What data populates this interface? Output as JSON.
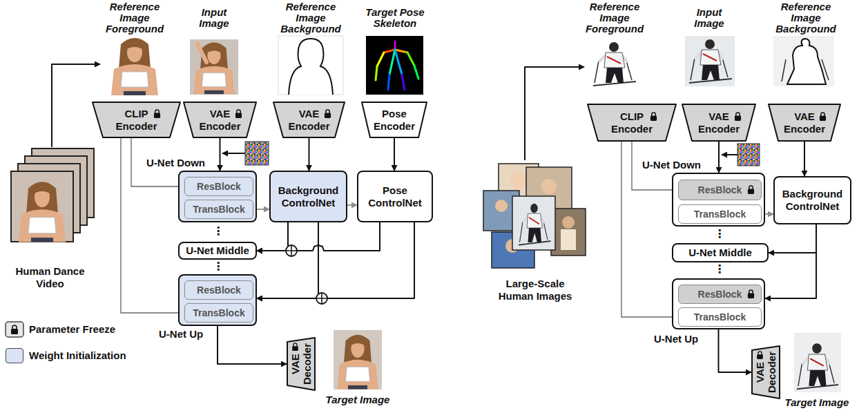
{
  "diagram": {
    "nodes": [
      {
        "text": [
          "Reference Image Foreground"
        ]
      },
      {
        "text": [
          "Input Image"
        ]
      },
      {
        "text": [
          "Reference Image Background"
        ]
      },
      {
        "text": [
          "Target Pose Skeleton"
        ]
      },
      {
        "text": [
          "CLIP Encoder"
        ]
      },
      {
        "text": [
          "VAE Encoder"
        ]
      },
      {
        "text": [
          "VAE Encoder"
        ]
      },
      {
        "text": [
          "Pose Encoder"
        ]
      },
      {
        "text": [
          "Human Dance Video"
        ]
      },
      {
        "text": [
          "U-Net Down"
        ]
      },
      {
        "text": [
          "ResBlock"
        ],
        "in": 9
      },
      {
        "text": [
          "TransBlock"
        ],
        "in": 9
      },
      {
        "text": [
          "Background ControlNet"
        ]
      },
      {
        "text": [
          "Pose ControlNet"
        ]
      },
      {
        "text": [
          "U-Net Middle"
        ]
      },
      {
        "text": [
          "U-Net Up"
        ]
      },
      {
        "text": [
          "ResBlock"
        ],
        "in": 15
      },
      {
        "text": [
          "TransBlock"
        ],
        "in": 15
      },
      {
        "text": [
          "VAE Decoder"
        ]
      },
      {
        "text": [
          "Target Image"
        ]
      },
      {
        "text": [
          "Reference Image Foreground"
        ]
      },
      {
        "text": [
          "Input Image"
        ]
      },
      {
        "text": [
          "Reference Image Background"
        ]
      },
      {
        "text": [
          "CLIP Encoder"
        ]
      },
      {
        "text": [
          "VAE Encoder"
        ]
      },
      {
        "text": [
          "VAE Encoder"
        ]
      },
      {
        "text": [
          "Large-Scale Human Images"
        ]
      },
      {
        "text": [
          "U-Net Down"
        ]
      },
      {
        "text": [
          "ResBlock"
        ],
        "in": 27
      },
      {
        "text": [
          "TransBlock"
        ],
        "in": 27
      },
      {
        "text": [
          "Background ControlNet"
        ]
      },
      {
        "text": [
          "U-Net Middle"
        ]
      },
      {
        "text": [
          "U-Net Up"
        ]
      },
      {
        "text": [
          "ResBlock"
        ],
        "in": 32
      },
      {
        "text": [
          "TransBlock"
        ],
        "in": 32
      },
      {
        "text": [
          "VAE Decoder"
        ]
      },
      {
        "text": [
          "Target Image"
        ]
      }
    ],
    "edges": [
      {
        "from": 8,
        "to": 0,
        "arrow": "to"
      },
      {
        "from": 5,
        "to": 9,
        "arrow": "to"
      },
      {
        "from": 6,
        "to": 12,
        "arrow": "to"
      },
      {
        "from": 7,
        "to": 13,
        "arrow": "to"
      },
      {
        "from": 4,
        "to": 9,
        "arrow": "none"
      },
      {
        "from": 4,
        "to": 15,
        "arrow": "none"
      },
      {
        "from": 9,
        "to": 12,
        "arrow": "to"
      },
      {
        "from": 12,
        "to": 13,
        "arrow": "to"
      },
      {
        "from": 12,
        "to": 14,
        "arrow": "to"
      },
      {
        "from": 13,
        "to": 14,
        "arrow": "to"
      },
      {
        "from": 12,
        "to": 15,
        "arrow": "to"
      },
      {
        "from": 13,
        "to": 15,
        "arrow": "to"
      },
      {
        "from": 15,
        "to": 18,
        "arrow": "to"
      },
      {
        "from": 26,
        "to": 20,
        "arrow": "to"
      },
      {
        "from": 24,
        "to": 27,
        "arrow": "to"
      },
      {
        "from": 25,
        "to": 30,
        "arrow": "to"
      },
      {
        "from": 23,
        "to": 27,
        "arrow": "none"
      },
      {
        "from": 23,
        "to": 32,
        "arrow": "none"
      },
      {
        "from": 27,
        "to": 30,
        "arrow": "to"
      },
      {
        "from": 30,
        "to": 31,
        "arrow": "to"
      },
      {
        "from": 30,
        "to": 32,
        "arrow": "to"
      },
      {
        "from": 32,
        "to": 35,
        "arrow": "to"
      }
    ],
    "labels": [
      "⋮",
      "⋮",
      "⋮",
      "⋮"
    ],
    "legend": [
      {
        "text": "Parameter Freeze"
      },
      {
        "text": "Weight Initialization",
        "color": "#dae3f3"
      }
    ]
  }
}
